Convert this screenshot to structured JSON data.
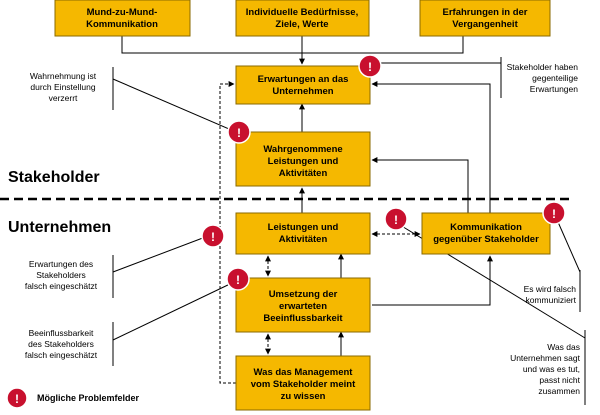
{
  "boxes": {
    "mund": [
      "Mund-zu-Mund-",
      "Kommunikation"
    ],
    "beduerfnisse": [
      "Individuelle Bedürfnisse,",
      "Ziele, Werte"
    ],
    "erfahrungen": [
      "Erfahrungen in der",
      "Vergangenheit"
    ],
    "erwartungen": [
      "Erwartungen an das",
      "Unternehmen"
    ],
    "wahrgenommene": [
      "Wahrgenommene",
      "Leistungen und",
      "Aktivitäten"
    ],
    "leistungen": [
      "Leistungen und",
      "Aktivitäten"
    ],
    "kommunikation": [
      "Kommunikation",
      "gegenüber Stakeholder"
    ],
    "umsetzung": [
      "Umsetzung der",
      "erwarteten",
      "Beeinflussbarkeit"
    ],
    "management": [
      "Was das Management",
      "vom Stakeholder meint",
      "zu wissen"
    ]
  },
  "notes": {
    "wahrnehmung": [
      "Wahrnehmung ist",
      "durch Einstellung",
      "verzerrt"
    ],
    "gegenteilige": [
      "Stakeholder haben",
      "gegenteilige",
      "Erwartungen"
    ],
    "erwartungen_falsch": [
      "Erwartungen des",
      "Stakeholders",
      "falsch eingeschätzt"
    ],
    "beeinflussbarkeit": [
      "Beeinflussbarkeit",
      "des Stakeholders",
      "falsch eingeschätzt"
    ],
    "falsch_kommuniziert": [
      "Es wird falsch",
      "kommuniziert"
    ],
    "sagt_tut": [
      "Was das",
      "Unternehmen sagt",
      "und was es tut,",
      "passt nicht",
      "zusammen"
    ]
  },
  "sections": {
    "stakeholder": "Stakeholder",
    "unternehmen": "Unternehmen"
  },
  "legend": {
    "label": "Mögliche Problemfelder",
    "mark": "!"
  },
  "colors": {
    "box_fill": "#f5b800",
    "badge": "#c8102e"
  }
}
